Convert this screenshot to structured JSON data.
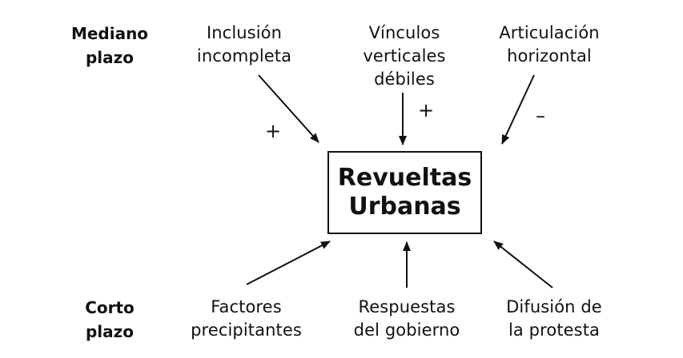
{
  "row_labels": {
    "medium_term": "Mediano\nplazo",
    "short_term": "Corto\nplazo"
  },
  "center": {
    "title": "Revueltas\nUrbanas"
  },
  "top_factors": [
    {
      "label": "Inclusión\nincompleta",
      "sign": "+"
    },
    {
      "label": "Vínculos\nverticales\ndébiles",
      "sign": "+"
    },
    {
      "label": "Articulación\nhorizontal",
      "sign": "–"
    }
  ],
  "bottom_factors": [
    {
      "label": "Factores\nprecipitantes"
    },
    {
      "label": "Respuestas\ndel gobierno"
    },
    {
      "label": "Difusión de\nla protesta"
    }
  ],
  "colors": {
    "ink": "#111111",
    "background": "#ffffff"
  }
}
